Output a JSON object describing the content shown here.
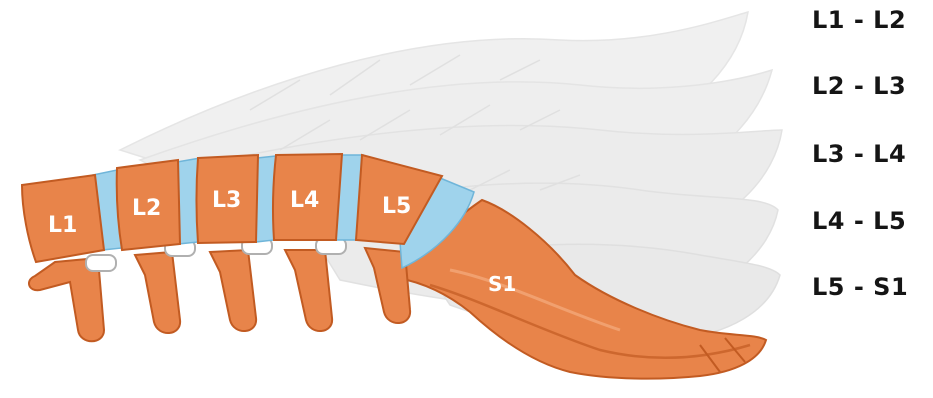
{
  "diagram": {
    "vertebrae": [
      {
        "id": "l1",
        "label": "L1"
      },
      {
        "id": "l2",
        "label": "L2"
      },
      {
        "id": "l3",
        "label": "L3"
      },
      {
        "id": "l4",
        "label": "L4"
      },
      {
        "id": "l5",
        "label": "L5"
      }
    ],
    "sacrum": {
      "label": "S1"
    },
    "disc_levels": [
      "L1 - L2",
      "L2 - L3",
      "L3 - L4",
      "L4 - L5",
      "L5 - S1"
    ],
    "colors": {
      "bone": "#E8844A",
      "bone_dark": "#C25B22",
      "disc": "#9FD3EC",
      "ghost": "#DADADA",
      "text": "#151515"
    }
  }
}
